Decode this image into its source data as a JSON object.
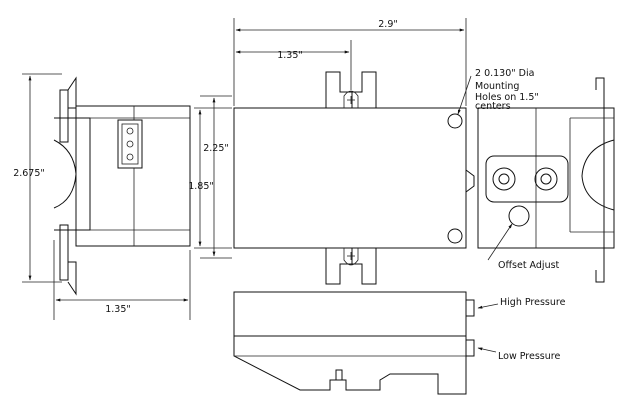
{
  "dimensions": {
    "overall_width": "2.9\"",
    "top_offset": "1.35\"",
    "body_height": "2.25\"",
    "inner_height": "1.85\"",
    "side_height": "2.675\"",
    "side_width": "1.35\""
  },
  "notes": {
    "mounting_line1": "2 0.130\" Dia",
    "mounting_line2": "Mounting",
    "mounting_line3": "Holes on 1.5\"",
    "mounting_line4": "centers"
  },
  "labels": {
    "offset_adjust": "Offset Adjust",
    "high_pressure": "High Pressure",
    "low_pressure": "Low Pressure"
  }
}
